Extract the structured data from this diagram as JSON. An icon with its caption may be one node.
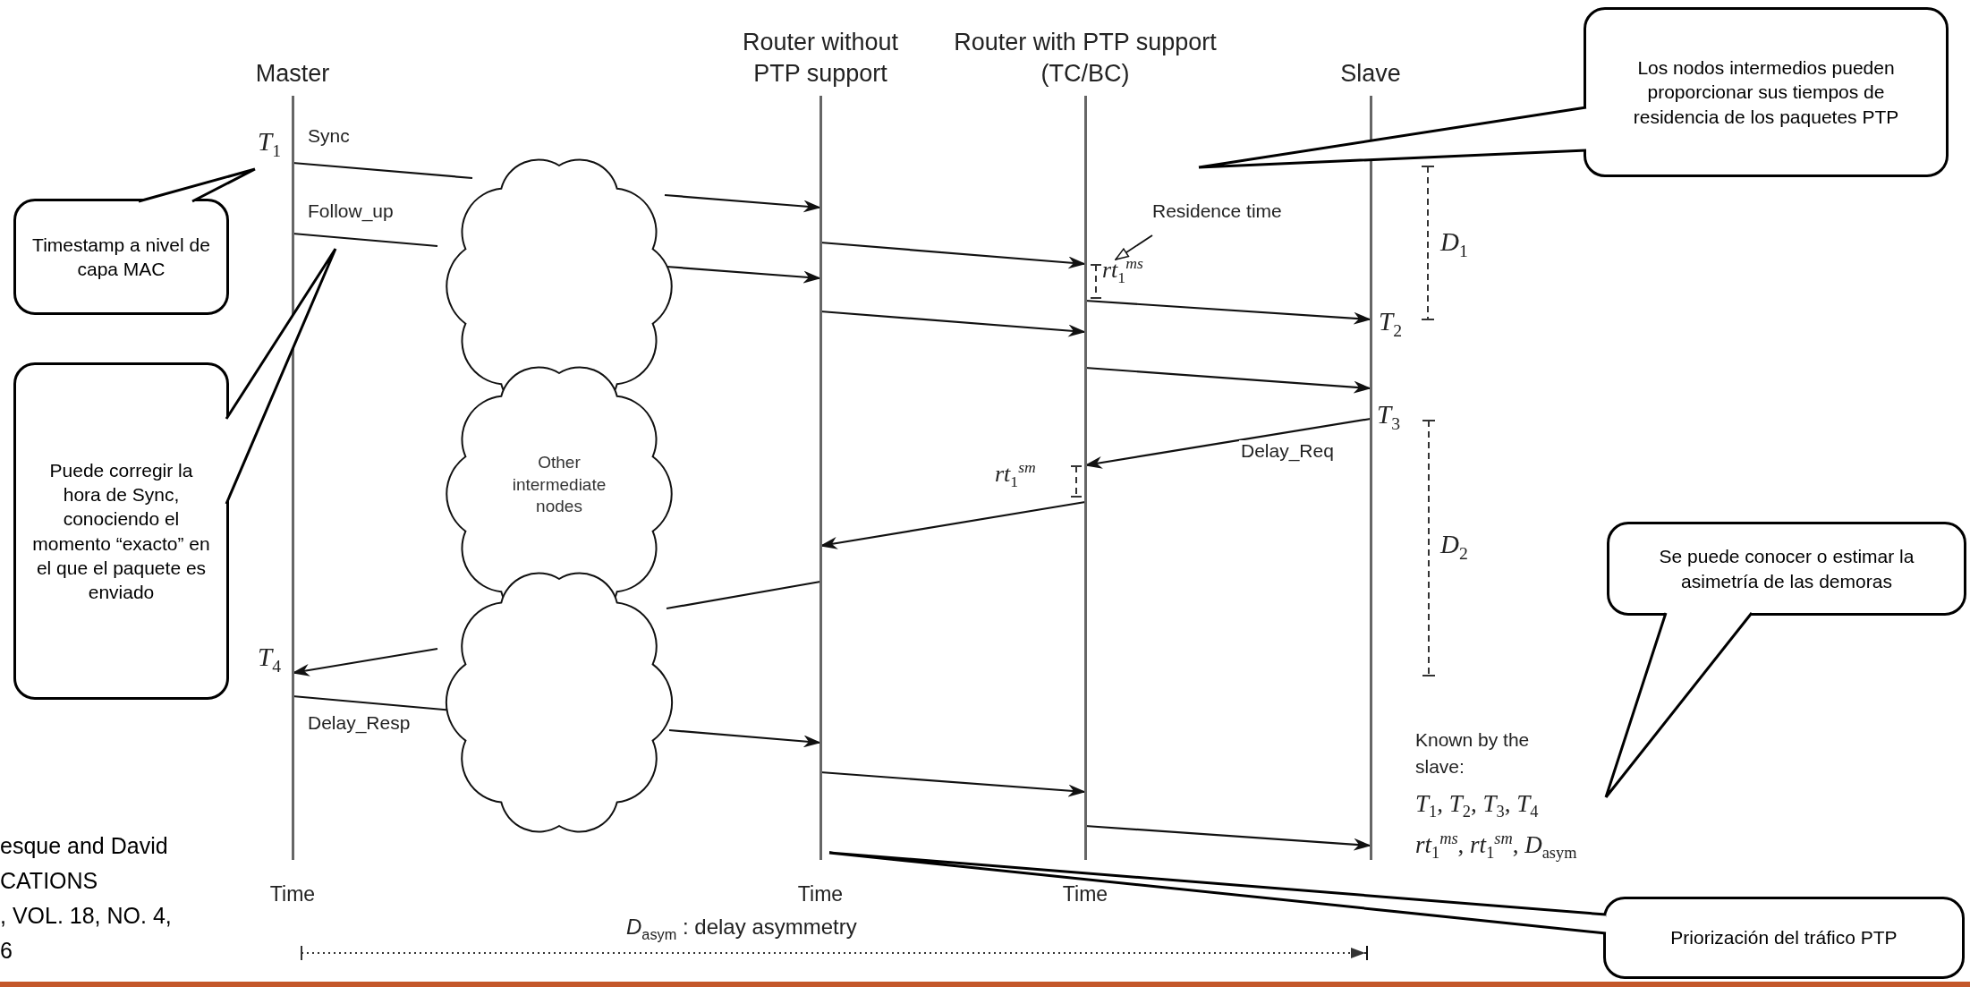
{
  "diagram": {
    "nodes": [
      {
        "text": [
          "Master"
        ]
      },
      {
        "text": [
          "Router without PTP support"
        ]
      },
      {
        "text": [
          "Router with PTP support (TC/BC)"
        ]
      },
      {
        "text": [
          "Slave"
        ]
      },
      {
        "text": [
          "Other intermediate nodes"
        ]
      },
      {
        "text": [
          "Timestamp a nivel de capa MAC"
        ]
      },
      {
        "text": [
          "Puede corregir la hora de Sync, conociendo el momento “exacto” en el que el paquete es enviado"
        ]
      },
      {
        "text": [
          "Los nodos intermedios pueden proporcionar sus tiempos de residencia de los paquetes PTP"
        ]
      },
      {
        "text": [
          "Residence time"
        ]
      },
      {
        "text": [
          "Known by the slave:",
          "*T*$_{1}$, *T*$_{2}$, *T*$_{3}$, *T*$_{4}$",
          "*rt*$_{1}$$^{ms}$, *rt*$_{1}$$^{sm}$, *D*$_{asym}$"
        ]
      },
      {
        "text": [
          "Se puede conocer o estimar la asimetría de las demoras"
        ]
      },
      {
        "text": [
          "Priorización del tráfico PTP"
        ]
      }
    ],
    "edges": [
      {
        "from": 0,
        "to": 4,
        "arrow": "none",
        "label": "Sync"
      },
      {
        "from": 4,
        "to": 1,
        "arrow": "to"
      },
      {
        "from": 1,
        "to": 2,
        "arrow": "to"
      },
      {
        "from": 2,
        "to": 3,
        "arrow": "to"
      },
      {
        "from": 0,
        "to": 4,
        "arrow": "none",
        "label": "Follow_up"
      },
      {
        "from": 4,
        "to": 1,
        "arrow": "to"
      },
      {
        "from": 1,
        "to": 2,
        "arrow": "to"
      },
      {
        "from": 2,
        "to": 3,
        "arrow": "to"
      },
      {
        "from": 3,
        "to": 2,
        "arrow": "to",
        "label": "Delay_Req"
      },
      {
        "from": 2,
        "to": 1,
        "arrow": "to"
      },
      {
        "from": 1,
        "to": 4,
        "arrow": "none"
      },
      {
        "from": 4,
        "to": 0,
        "arrow": "to"
      },
      {
        "from": 0,
        "to": 4,
        "arrow": "none",
        "label": "Delay_Resp"
      },
      {
        "from": 4,
        "to": 1,
        "arrow": "to"
      },
      {
        "from": 1,
        "to": 2,
        "arrow": "to"
      },
      {
        "from": 2,
        "to": 3,
        "arrow": "to"
      },
      {
        "from": 5,
        "to": null,
        "arrow": "none"
      },
      {
        "from": 6,
        "to": null,
        "arrow": "none"
      },
      {
        "from": 7,
        "to": null,
        "arrow": "none"
      },
      {
        "from": 8,
        "to": 2,
        "arrow": "to"
      },
      {
        "from": 10,
        "to": 9,
        "arrow": "none"
      },
      {
        "from": 11,
        "to": 1,
        "arrow": "none"
      }
    ],
    "labels": [
      "*T*$_{1}$",
      "*T*$_{4}$",
      "*rt*$_{1}$$^{ms}$",
      "*rt*$_{1}$$^{sm}$",
      "*T*$_{2}$",
      "*T*$_{3}$",
      "*D*$_{1}$",
      "*D*$_{2}$",
      "Time",
      "Time",
      "Time",
      "*D*$_{asym}$ : delay asymmetry",
      "esque and David",
      "CATIONS",
      ", VOL. 18, NO. 4,",
      "6"
    ]
  }
}
